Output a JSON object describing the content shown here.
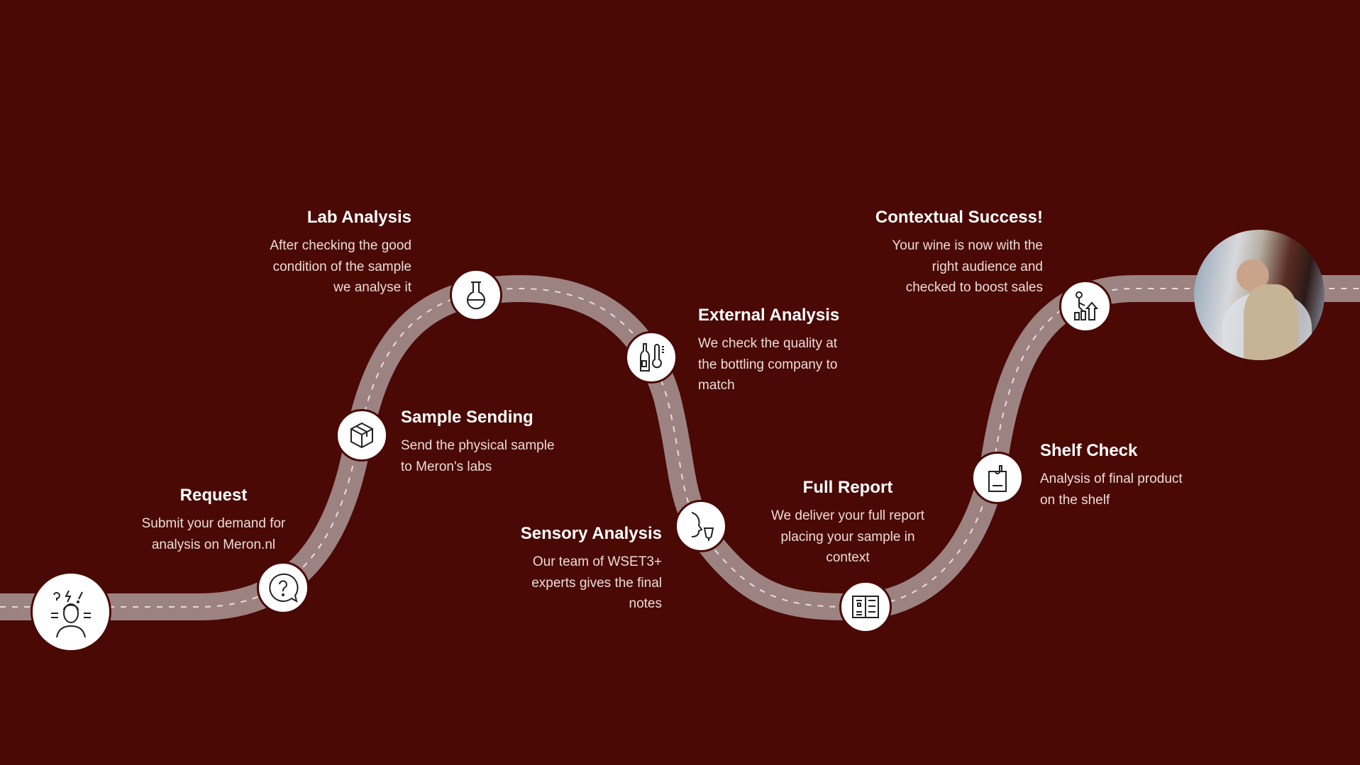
{
  "colors": {
    "background": "#4a0905",
    "road": "#9c8381",
    "road_dash": "#e9dcda",
    "node": "#ffffff"
  },
  "steps": [
    {
      "id": "request",
      "icon": "frustrated-person-icon",
      "title": "Request",
      "lines": [
        "Submit your demand for",
        "analysis on Meron.nl"
      ],
      "node_icon": "question-bubble-icon"
    },
    {
      "id": "sample-sending",
      "icon": "package-box-icon",
      "title": "Sample Sending",
      "lines": [
        "Send the physical sample",
        "to Meron's labs"
      ]
    },
    {
      "id": "lab-analysis",
      "icon": "flask-icon",
      "title": "Lab Analysis",
      "lines": [
        "After checking the good",
        "condition of the sample",
        "we analyse it"
      ]
    },
    {
      "id": "external-analysis",
      "icon": "bottle-thermometer-icon",
      "title": "External Analysis",
      "lines": [
        "We check the quality at",
        "the bottling company to",
        "match"
      ]
    },
    {
      "id": "sensory-analysis",
      "icon": "face-wine-glass-icon",
      "title": "Sensory Analysis",
      "lines": [
        "Our team of WSET3+",
        "experts gives the final",
        "notes"
      ]
    },
    {
      "id": "full-report",
      "icon": "open-report-icon",
      "title": "Full Report",
      "lines": [
        "We deliver your full report",
        "placing your sample in",
        "context"
      ]
    },
    {
      "id": "shelf-check",
      "icon": "shopping-bag-icon",
      "title": "Shelf Check",
      "lines": [
        "Analysis of final product",
        "on the shelf"
      ]
    },
    {
      "id": "contextual-success",
      "icon": "growth-person-icon",
      "title": "Contextual Success!",
      "lines": [
        "Your wine is now with the",
        "right audience and",
        "checked to boost sales"
      ]
    }
  ]
}
